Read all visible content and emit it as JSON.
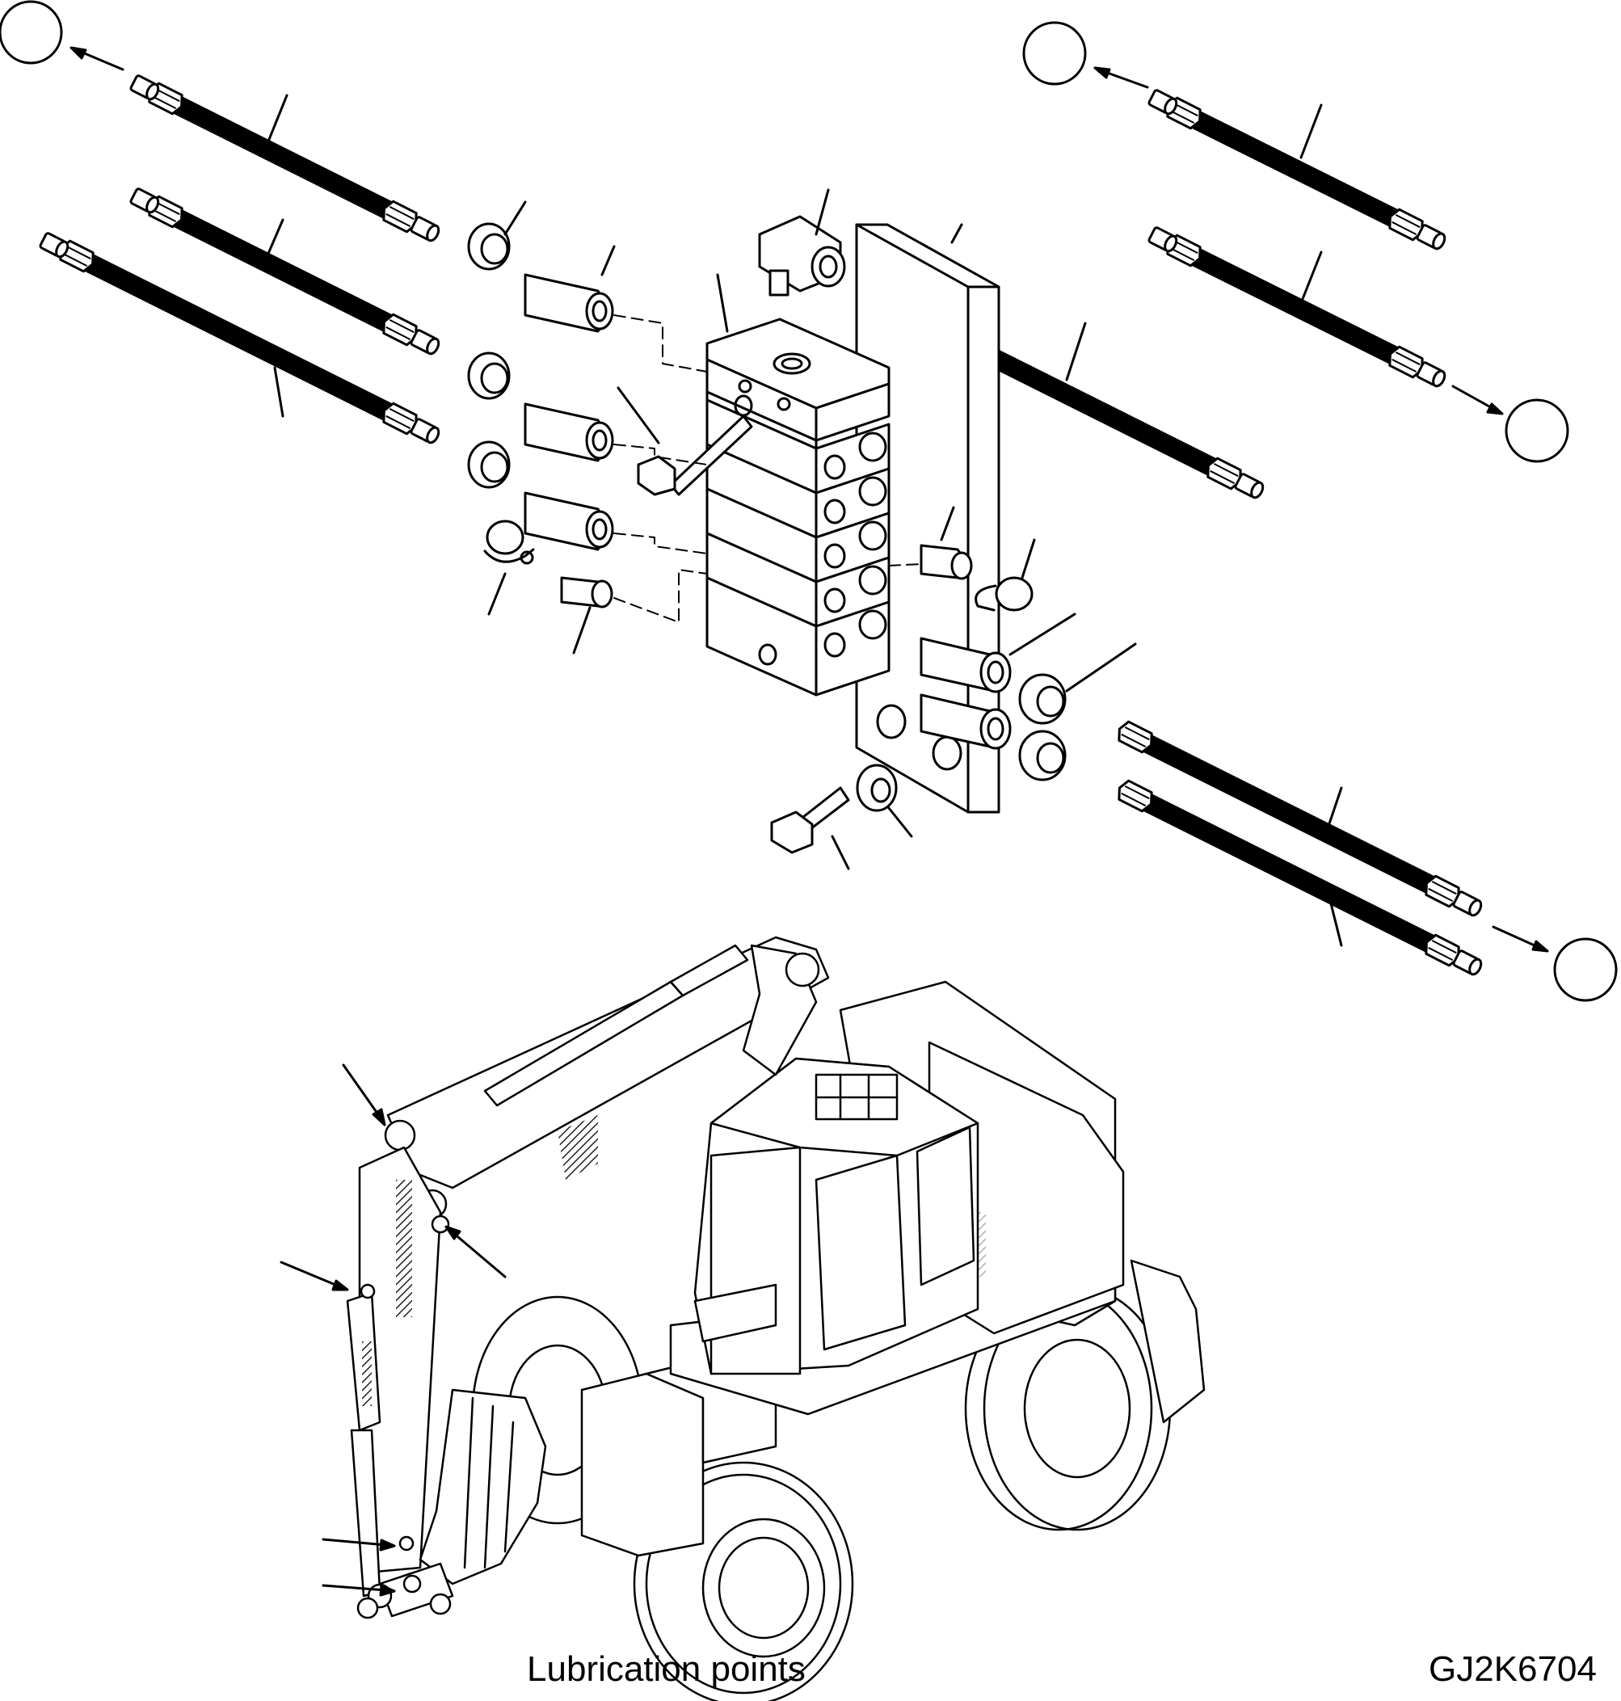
{
  "figure": {
    "caption": "Lubrication points",
    "drawing_code": "GJ2K6704"
  },
  "callout_circles": [
    {
      "id": "callout-top-left",
      "label": ""
    },
    {
      "id": "callout-top-right",
      "label": ""
    },
    {
      "id": "callout-right-middle",
      "label": ""
    },
    {
      "id": "callout-bottom-right",
      "label": ""
    }
  ],
  "colors": {
    "line": "#000000",
    "background": "#ffffff",
    "hatch": "#000000"
  }
}
